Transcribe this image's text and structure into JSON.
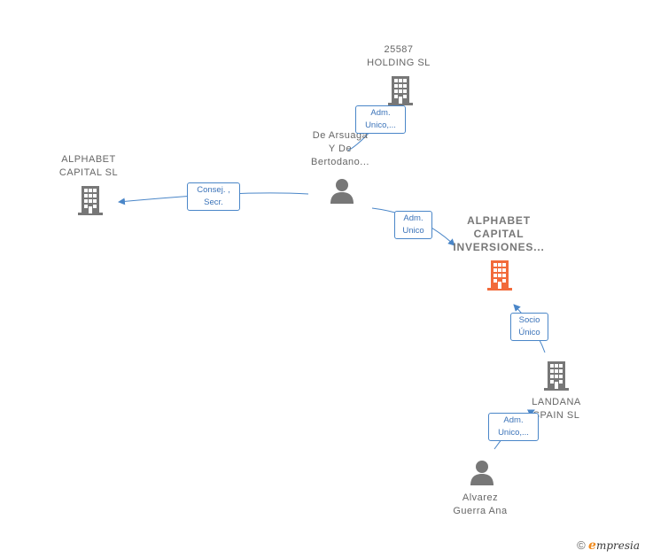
{
  "nodes": {
    "holding_25587": {
      "lines": "25587\nHOLDING  SL",
      "type": "company"
    },
    "alphabet_capital": {
      "lines": "ALPHABET\nCAPITAL  SL",
      "type": "company"
    },
    "de_arsuaga": {
      "lines": "De Arsuaga\nY De\nBertodano...",
      "type": "person"
    },
    "alphabet_inversiones": {
      "lines": "ALPHABET\nCAPITAL\nINVERSIONES...",
      "type": "company-main"
    },
    "landana": {
      "lines": "LANDANA\nSPAIN  SL",
      "type": "company"
    },
    "alvarez": {
      "lines": "Alvarez\nGuerra Ana",
      "type": "person"
    }
  },
  "edges": {
    "e1": {
      "label": "Adm.\nUnico,..."
    },
    "e2": {
      "label": "Consej. ,\nSecr."
    },
    "e3": {
      "label": "Adm.\nUnico"
    },
    "e4": {
      "label": "Socio\nÚnico"
    },
    "e5": {
      "label": "Adm.\nUnico,..."
    }
  },
  "colors": {
    "edge": "#4a86c8",
    "icon": "#777777",
    "main_icon": "#f26a3a"
  },
  "footer": {
    "copyright": "©",
    "brand_first": "e",
    "brand_rest": "mpresia"
  }
}
